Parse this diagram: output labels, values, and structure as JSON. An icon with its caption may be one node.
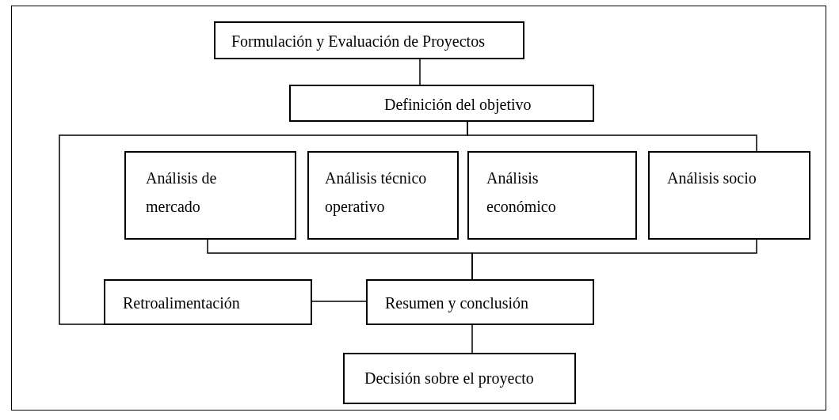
{
  "diagram": {
    "nodes": [
      {
        "text": [
          "Formulación y Evaluación de Proyectos"
        ]
      },
      {
        "text": [
          "Definición del objetivo"
        ]
      },
      {
        "text": [
          "Análisis de mercado"
        ]
      },
      {
        "text": [
          "Análisis técnico operativo"
        ]
      },
      {
        "text": [
          "Análisis económico"
        ]
      },
      {
        "text": [
          "Análisis socio"
        ]
      },
      {
        "text": [
          "Retroalimentación"
        ]
      },
      {
        "text": [
          "Resumen y conclusión"
        ]
      },
      {
        "text": [
          "Decisión sobre el proyecto"
        ]
      }
    ],
    "edges": [
      {
        "from": 0,
        "to": 1,
        "arrow": "none"
      },
      {
        "from": 1,
        "to": 5,
        "arrow": "none"
      },
      {
        "from": 1,
        "to": 6,
        "arrow": "none"
      },
      {
        "from": 2,
        "to": 7,
        "arrow": "none"
      },
      {
        "from": 5,
        "to": 7,
        "arrow": "none"
      },
      {
        "from": 6,
        "to": 7,
        "arrow": "none"
      },
      {
        "from": 7,
        "to": 8,
        "arrow": "none"
      }
    ]
  }
}
